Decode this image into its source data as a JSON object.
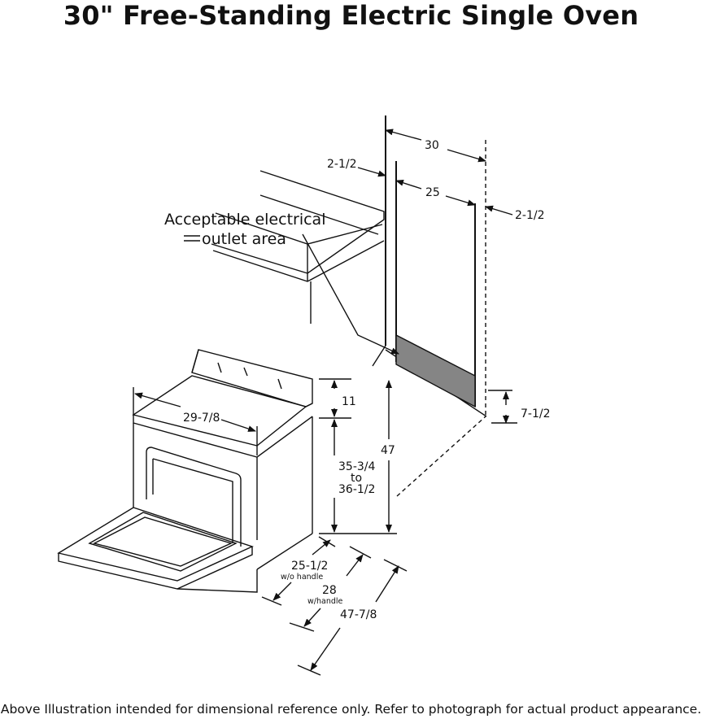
{
  "title": "30\" Free-Standing Electric Single Oven",
  "footer": "Above Illustration intended for dimensional reference only. Refer to photograph for actual product appearance.",
  "callout": {
    "line1": "Acceptable electrical",
    "line2": "outlet area"
  },
  "dimensions": {
    "cabinet_width": "30",
    "opening_width": "25",
    "left_offset": "2-1/2",
    "right_offset": "2-1/2",
    "outlet_height": "7-1/2",
    "console_height": "11",
    "total_height": "47",
    "cooktop_height_line1": "35-3/4",
    "cooktop_height_line2": "to",
    "cooktop_height_line3": "36-1/2",
    "oven_width": "29-7/8",
    "depth_no_handle": "25-1/2",
    "depth_no_handle_note": "w/o handle",
    "depth_handle": "28",
    "depth_handle_note": "w/handle",
    "depth_door_open": "47-7/8"
  },
  "colors": {
    "outlet_area_fill": "#858585",
    "line": "#111111"
  }
}
